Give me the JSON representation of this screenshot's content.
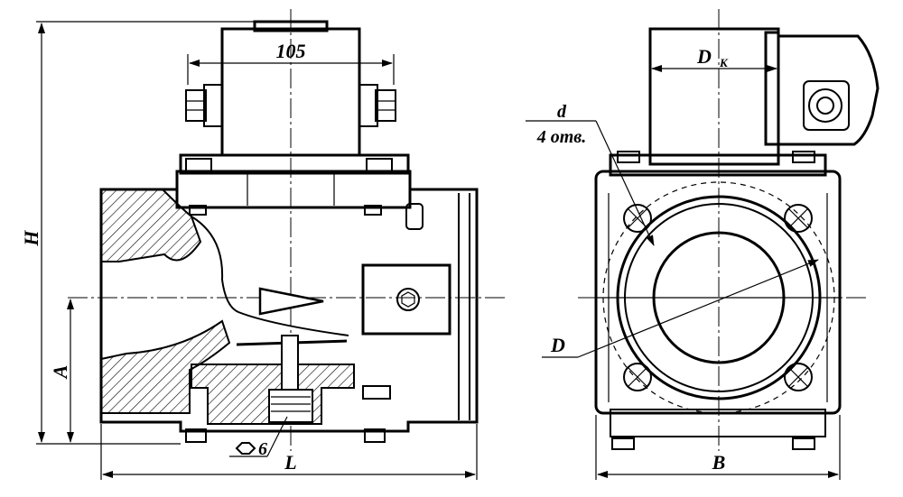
{
  "dimensions": {
    "solenoid_width": "105",
    "hole_diameter": "d",
    "hole_count": "4 отв.",
    "coil_diameter": "D",
    "coil_diameter_sub": "К",
    "flange_diameter": "D",
    "length": "L",
    "height": "H",
    "axis_height": "A",
    "width": "B",
    "hex_key": "6"
  }
}
